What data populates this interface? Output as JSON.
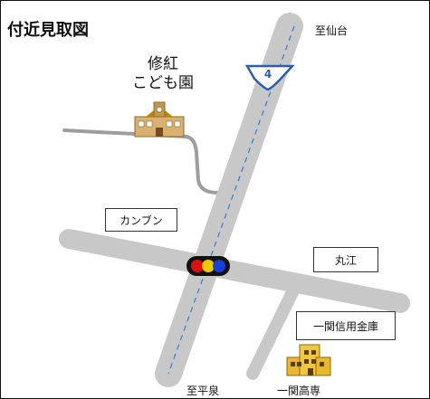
{
  "title": "付近見取図",
  "landmarks": {
    "nursery_line1": "修紅",
    "nursery_line2": "こども園",
    "kanbun": "カンブン",
    "marue": "丸江",
    "bank": "一関信用金庫",
    "college": "一関高専"
  },
  "directions": {
    "north": "至仙台",
    "south": "至平泉"
  },
  "route": {
    "number": "4"
  },
  "colors": {
    "road": "#c8c8c8",
    "side_road": "#9e9e9e",
    "center_line": "#2d7fd6",
    "signal_red": "#e01010",
    "signal_yellow": "#f0c800",
    "signal_blue": "#1a3fd8",
    "route_shield": "#2a5fb0",
    "building": "#b8860b"
  },
  "icons": [
    "school-building-icon",
    "traffic-signal-icon",
    "route-shield-icon",
    "college-building-icon"
  ]
}
